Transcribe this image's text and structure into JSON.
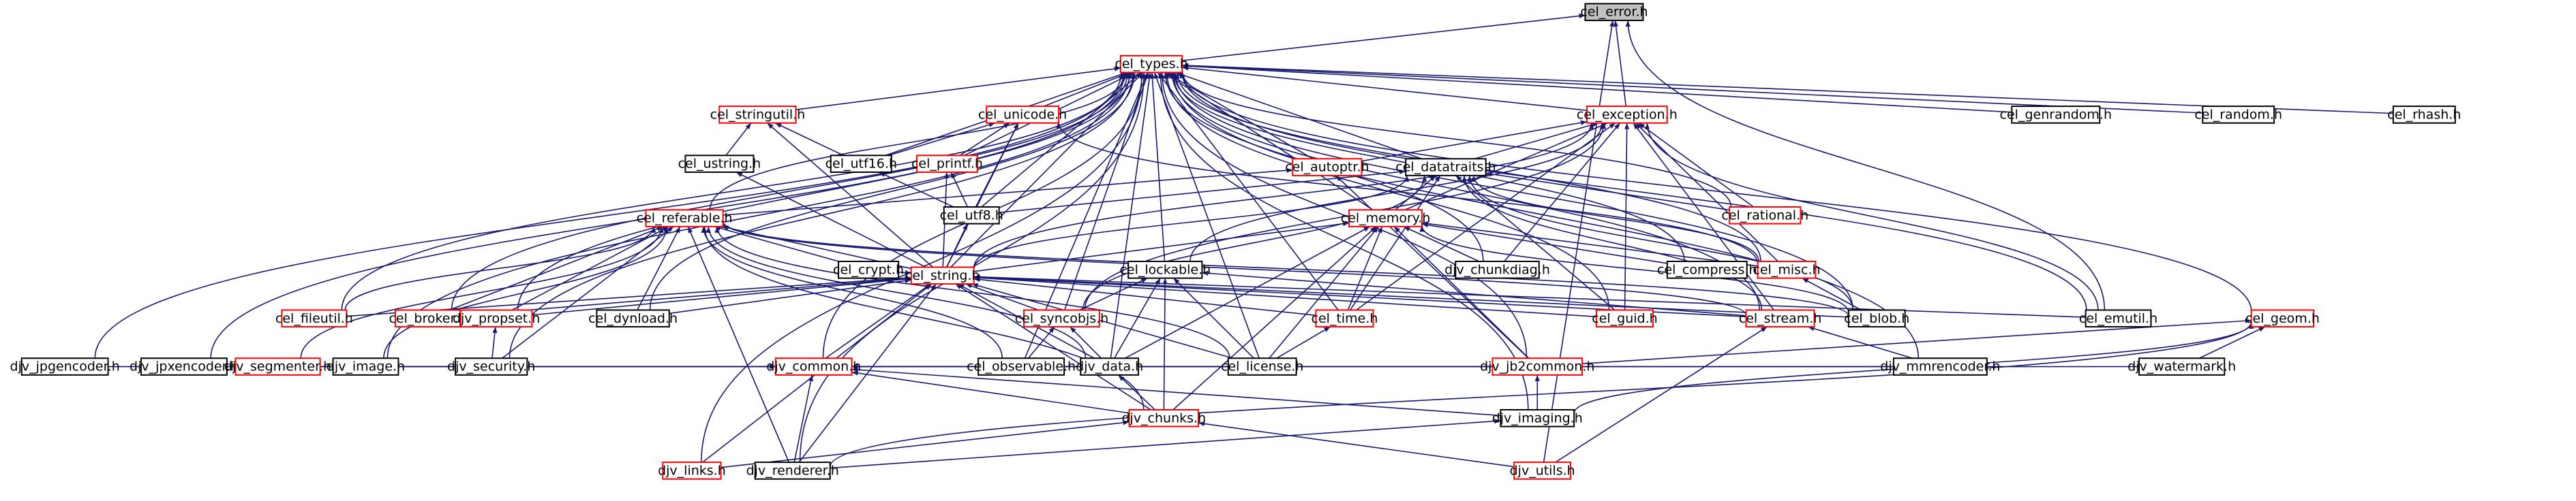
{
  "graph": {
    "nodes": [
      {
        "id": "cel_error",
        "label": "cel_error.h",
        "style": "current"
      },
      {
        "id": "cel_types",
        "label": "cel_types.h",
        "style": "red"
      },
      {
        "id": "cel_stringutil",
        "label": "cel_stringutil.h",
        "style": "red"
      },
      {
        "id": "cel_unicode",
        "label": "cel_unicode.h",
        "style": "red"
      },
      {
        "id": "cel_exception",
        "label": "cel_exception.h",
        "style": "red"
      },
      {
        "id": "cel_genrandom",
        "label": "cel_genrandom.h",
        "style": "black"
      },
      {
        "id": "cel_random",
        "label": "cel_random.h",
        "style": "black"
      },
      {
        "id": "cel_rhash",
        "label": "cel_rhash.h",
        "style": "black"
      },
      {
        "id": "cel_ustring",
        "label": "cel_ustring.h",
        "style": "black"
      },
      {
        "id": "cel_utf16",
        "label": "cel_utf16.h",
        "style": "black"
      },
      {
        "id": "cel_printf",
        "label": "cel_printf.h",
        "style": "red"
      },
      {
        "id": "cel_autoptr",
        "label": "cel_autoptr.h",
        "style": "red"
      },
      {
        "id": "cel_datatraits",
        "label": "cel_datatraits.h",
        "style": "black"
      },
      {
        "id": "cel_rational",
        "label": "cel_rational.h",
        "style": "red"
      },
      {
        "id": "cel_utf8",
        "label": "cel_utf8.h",
        "style": "black"
      },
      {
        "id": "cel_referable",
        "label": "cel_referable.h",
        "style": "red"
      },
      {
        "id": "cel_memory",
        "label": "cel_memory.h",
        "style": "red"
      },
      {
        "id": "cel_misc",
        "label": "cel_misc.h",
        "style": "red"
      },
      {
        "id": "cel_crypt",
        "label": "cel_crypt.h",
        "style": "black"
      },
      {
        "id": "cel_lockable",
        "label": "cel_lockable.h",
        "style": "black"
      },
      {
        "id": "djv_chunkdiag",
        "label": "djv_chunkdiag.h",
        "style": "black"
      },
      {
        "id": "cel_compress",
        "label": "cel_compress.h",
        "style": "black"
      },
      {
        "id": "cel_string",
        "label": "cel_string.h",
        "style": "red"
      },
      {
        "id": "cel_fileutil",
        "label": "cel_fileutil.h",
        "style": "red"
      },
      {
        "id": "cel_broker",
        "label": "cel_broker.h",
        "style": "red"
      },
      {
        "id": "djv_propset",
        "label": "djv_propset.h",
        "style": "red"
      },
      {
        "id": "cel_dynload",
        "label": "cel_dynload.h",
        "style": "black"
      },
      {
        "id": "cel_syncobjs",
        "label": "cel_syncobjs.h",
        "style": "red"
      },
      {
        "id": "cel_time",
        "label": "cel_time.h",
        "style": "red"
      },
      {
        "id": "cel_guid",
        "label": "cel_guid.h",
        "style": "red"
      },
      {
        "id": "cel_stream",
        "label": "cel_stream.h",
        "style": "red"
      },
      {
        "id": "cel_blob",
        "label": "cel_blob.h",
        "style": "black"
      },
      {
        "id": "cel_emutil",
        "label": "cel_emutil.h",
        "style": "black"
      },
      {
        "id": "cel_geom",
        "label": "cel_geom.h",
        "style": "red"
      },
      {
        "id": "djv_jpgencoder",
        "label": "djv_jpgencoder.h",
        "style": "black"
      },
      {
        "id": "djv_jpxencoder",
        "label": "djv_jpxencoder.h",
        "style": "black"
      },
      {
        "id": "djv_segmenter",
        "label": "djv_segmenter.h",
        "style": "red"
      },
      {
        "id": "djv_image",
        "label": "djv_image.h",
        "style": "black"
      },
      {
        "id": "djv_common",
        "label": "djv_common.h",
        "style": "red"
      },
      {
        "id": "djv_security",
        "label": "djv_security.h",
        "style": "black"
      },
      {
        "id": "cel_observable",
        "label": "cel_observable.h",
        "style": "black"
      },
      {
        "id": "djv_data",
        "label": "djv_data.h",
        "style": "black"
      },
      {
        "id": "cel_license",
        "label": "cel_license.h",
        "style": "black"
      },
      {
        "id": "djv_jb2common",
        "label": "djv_jb2common.h",
        "style": "red"
      },
      {
        "id": "djv_mmrencoder",
        "label": "djv_mmrencoder.h",
        "style": "black"
      },
      {
        "id": "djv_watermark",
        "label": "djv_watermark.h",
        "style": "black"
      },
      {
        "id": "djv_chunks",
        "label": "djv_chunks.h",
        "style": "red"
      },
      {
        "id": "djv_imaging",
        "label": "djv_imaging.h",
        "style": "black"
      },
      {
        "id": "djv_links",
        "label": "djv_links.h",
        "style": "red"
      },
      {
        "id": "djv_renderer",
        "label": "djv_renderer.h",
        "style": "black"
      },
      {
        "id": "djv_utils",
        "label": "djv_utils.h",
        "style": "red"
      }
    ],
    "edges": [
      [
        "cel_error",
        "cel_types"
      ],
      [
        "cel_error",
        "cel_exception"
      ],
      [
        "cel_error",
        "cel_emutil"
      ],
      [
        "cel_error",
        "djv_utils"
      ],
      [
        "cel_types",
        "cel_stringutil"
      ],
      [
        "cel_types",
        "cel_unicode"
      ],
      [
        "cel_types",
        "cel_exception"
      ],
      [
        "cel_types",
        "cel_genrandom"
      ],
      [
        "cel_types",
        "cel_random"
      ],
      [
        "cel_types",
        "cel_rhash"
      ],
      [
        "cel_types",
        "cel_utf16"
      ],
      [
        "cel_types",
        "cel_printf"
      ],
      [
        "cel_types",
        "cel_autoptr"
      ],
      [
        "cel_types",
        "cel_datatraits"
      ],
      [
        "cel_types",
        "cel_rational"
      ],
      [
        "cel_types",
        "cel_utf8"
      ],
      [
        "cel_types",
        "cel_referable"
      ],
      [
        "cel_types",
        "cel_memory"
      ],
      [
        "cel_types",
        "cel_misc"
      ],
      [
        "cel_types",
        "cel_lockable"
      ],
      [
        "cel_types",
        "djv_chunkdiag"
      ],
      [
        "cel_types",
        "cel_compress"
      ],
      [
        "cel_types",
        "cel_string"
      ],
      [
        "cel_types",
        "cel_fileutil"
      ],
      [
        "cel_types",
        "cel_broker"
      ],
      [
        "cel_types",
        "djv_propset"
      ],
      [
        "cel_types",
        "cel_dynload"
      ],
      [
        "cel_types",
        "cel_syncobjs"
      ],
      [
        "cel_types",
        "cel_time"
      ],
      [
        "cel_types",
        "cel_guid"
      ],
      [
        "cel_types",
        "cel_stream"
      ],
      [
        "cel_types",
        "cel_blob"
      ],
      [
        "cel_types",
        "cel_emutil"
      ],
      [
        "cel_types",
        "cel_geom"
      ],
      [
        "cel_types",
        "djv_jpgencoder"
      ],
      [
        "cel_types",
        "djv_jpxencoder"
      ],
      [
        "cel_types",
        "djv_common"
      ],
      [
        "cel_types",
        "djv_security"
      ],
      [
        "cel_types",
        "cel_observable"
      ],
      [
        "cel_types",
        "djv_data"
      ],
      [
        "cel_types",
        "cel_license"
      ],
      [
        "cel_types",
        "djv_jb2common"
      ],
      [
        "cel_types",
        "djv_mmrencoder"
      ],
      [
        "cel_types",
        "djv_imaging"
      ],
      [
        "cel_types",
        "djv_links"
      ],
      [
        "cel_types",
        "djv_renderer"
      ],
      [
        "cel_types",
        "djv_image"
      ],
      [
        "cel_stringutil",
        "cel_ustring"
      ],
      [
        "cel_stringutil",
        "cel_utf16"
      ],
      [
        "cel_stringutil",
        "cel_string"
      ],
      [
        "cel_unicode",
        "cel_printf"
      ],
      [
        "cel_unicode",
        "cel_utf16"
      ],
      [
        "cel_unicode",
        "cel_utf8"
      ],
      [
        "cel_unicode",
        "cel_string"
      ],
      [
        "cel_unicode",
        "cel_misc"
      ],
      [
        "cel_exception",
        "cel_autoptr"
      ],
      [
        "cel_exception",
        "cel_datatraits"
      ],
      [
        "cel_exception",
        "cel_rational"
      ],
      [
        "cel_exception",
        "cel_memory"
      ],
      [
        "cel_exception",
        "cel_misc"
      ],
      [
        "cel_exception",
        "cel_lockable"
      ],
      [
        "cel_exception",
        "djv_chunkdiag"
      ],
      [
        "cel_exception",
        "cel_string"
      ],
      [
        "cel_exception",
        "cel_time"
      ],
      [
        "cel_exception",
        "cel_stream"
      ],
      [
        "cel_exception",
        "cel_guid"
      ],
      [
        "cel_exception",
        "cel_emutil"
      ],
      [
        "cel_exception",
        "cel_syncobjs"
      ],
      [
        "cel_ustring",
        "cel_string"
      ],
      [
        "cel_utf16",
        "cel_utf8"
      ],
      [
        "cel_printf",
        "cel_string"
      ],
      [
        "cel_printf",
        "cel_utf8"
      ],
      [
        "cel_autoptr",
        "cel_referable"
      ],
      [
        "cel_autoptr",
        "djv_jb2common"
      ],
      [
        "cel_datatraits",
        "cel_utf8"
      ],
      [
        "cel_datatraits",
        "cel_rational"
      ],
      [
        "cel_datatraits",
        "cel_memory"
      ],
      [
        "cel_datatraits",
        "cel_misc"
      ],
      [
        "cel_datatraits",
        "cel_string"
      ],
      [
        "cel_datatraits",
        "cel_blob"
      ],
      [
        "cel_datatraits",
        "cel_stream"
      ],
      [
        "cel_datatraits",
        "cel_guid"
      ],
      [
        "cel_datatraits",
        "cel_syncobjs"
      ],
      [
        "cel_datatraits",
        "cel_time"
      ],
      [
        "cel_utf8",
        "cel_string"
      ],
      [
        "cel_referable",
        "cel_string"
      ],
      [
        "cel_referable",
        "cel_crypt"
      ],
      [
        "cel_referable",
        "cel_fileutil"
      ],
      [
        "cel_referable",
        "cel_broker"
      ],
      [
        "cel_referable",
        "djv_propset"
      ],
      [
        "cel_referable",
        "cel_dynload"
      ],
      [
        "cel_referable",
        "cel_stream"
      ],
      [
        "cel_referable",
        "cel_blob"
      ],
      [
        "cel_referable",
        "djv_segmenter"
      ],
      [
        "cel_referable",
        "djv_image"
      ],
      [
        "cel_referable",
        "djv_security"
      ],
      [
        "cel_referable",
        "cel_observable"
      ],
      [
        "cel_referable",
        "djv_data"
      ],
      [
        "cel_referable",
        "cel_license"
      ],
      [
        "cel_referable",
        "djv_chunks"
      ],
      [
        "cel_referable",
        "djv_renderer"
      ],
      [
        "cel_memory",
        "cel_string"
      ],
      [
        "cel_memory",
        "djv_chunkdiag"
      ],
      [
        "cel_memory",
        "cel_compress"
      ],
      [
        "cel_memory",
        "cel_misc"
      ],
      [
        "cel_memory",
        "cel_time"
      ],
      [
        "cel_memory",
        "djv_data"
      ],
      [
        "cel_memory",
        "cel_license"
      ],
      [
        "cel_memory",
        "djv_jb2common"
      ],
      [
        "cel_memory",
        "djv_chunks"
      ],
      [
        "cel_memory",
        "cel_blob"
      ],
      [
        "cel_misc",
        "cel_blob"
      ],
      [
        "cel_lockable",
        "cel_syncobjs"
      ],
      [
        "cel_lockable",
        "cel_stream"
      ],
      [
        "cel_lockable",
        "djv_data"
      ],
      [
        "cel_lockable",
        "cel_license"
      ],
      [
        "cel_lockable",
        "djv_chunks"
      ],
      [
        "cel_string",
        "cel_fileutil"
      ],
      [
        "cel_string",
        "cel_broker"
      ],
      [
        "cel_string",
        "djv_propset"
      ],
      [
        "cel_string",
        "cel_dynload"
      ],
      [
        "cel_string",
        "cel_syncobjs"
      ],
      [
        "cel_string",
        "cel_time"
      ],
      [
        "cel_string",
        "cel_guid"
      ],
      [
        "cel_string",
        "cel_stream"
      ],
      [
        "cel_string",
        "cel_blob"
      ],
      [
        "cel_string",
        "cel_emutil"
      ],
      [
        "cel_string",
        "djv_common"
      ],
      [
        "cel_string",
        "djv_data"
      ],
      [
        "cel_string",
        "cel_license"
      ],
      [
        "cel_string",
        "djv_links"
      ],
      [
        "cel_string",
        "djv_renderer"
      ],
      [
        "cel_string",
        "djv_chunks"
      ],
      [
        "cel_string",
        "cel_crypt"
      ],
      [
        "djv_propset",
        "djv_security"
      ],
      [
        "cel_syncobjs",
        "cel_observable"
      ],
      [
        "cel_syncobjs",
        "djv_data"
      ],
      [
        "cel_time",
        "cel_license"
      ],
      [
        "cel_stream",
        "djv_utils"
      ],
      [
        "cel_stream",
        "djv_mmrencoder"
      ],
      [
        "cel_geom",
        "djv_jb2common"
      ],
      [
        "cel_geom",
        "djv_watermark"
      ],
      [
        "cel_geom",
        "djv_imaging"
      ],
      [
        "cel_geom",
        "djv_renderer"
      ],
      [
        "djv_common",
        "djv_jpgencoder"
      ],
      [
        "djv_common",
        "djv_jpxencoder"
      ],
      [
        "djv_common",
        "djv_segmenter"
      ],
      [
        "djv_common",
        "djv_image"
      ],
      [
        "djv_common",
        "djv_data"
      ],
      [
        "djv_common",
        "cel_license"
      ],
      [
        "djv_common",
        "djv_jb2common"
      ],
      [
        "djv_common",
        "djv_mmrencoder"
      ],
      [
        "djv_common",
        "djv_watermark"
      ],
      [
        "djv_common",
        "djv_chunks"
      ],
      [
        "djv_common",
        "djv_imaging"
      ],
      [
        "djv_common",
        "djv_renderer"
      ],
      [
        "djv_data",
        "djv_chunks"
      ],
      [
        "djv_jb2common",
        "djv_imaging"
      ],
      [
        "djv_chunks",
        "djv_links"
      ],
      [
        "djv_chunks",
        "djv_utils"
      ],
      [
        "djv_imaging",
        "djv_renderer"
      ]
    ]
  }
}
